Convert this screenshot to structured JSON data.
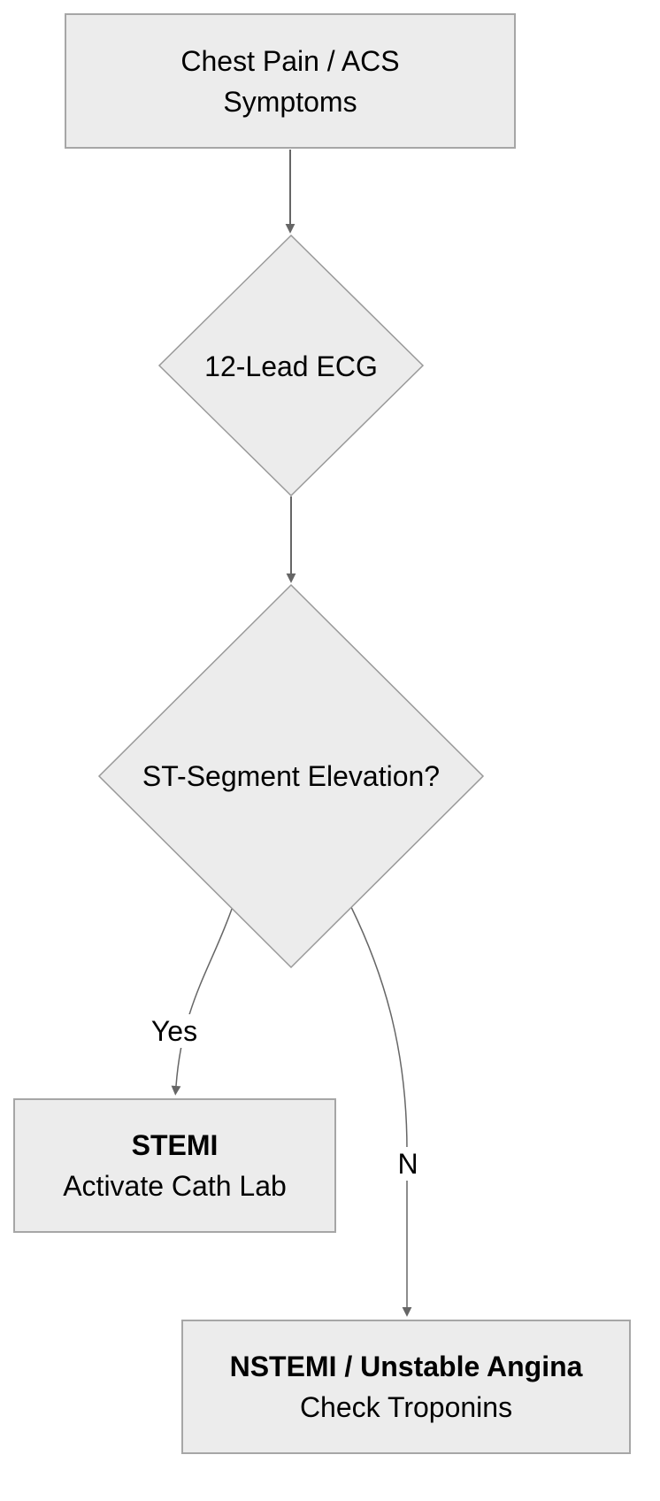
{
  "diagram": {
    "type": "flowchart",
    "nodes": {
      "start": {
        "shape": "rectangle",
        "line1": "Chest Pain / ACS",
        "line2": "Symptoms"
      },
      "ecg": {
        "shape": "diamond",
        "label": "12-Lead ECG"
      },
      "st_elevation": {
        "shape": "diamond",
        "label": "ST-Segment Elevation?"
      },
      "stemi": {
        "shape": "rectangle",
        "line1": "STEMI",
        "line2": "Activate Cath Lab"
      },
      "nstemi": {
        "shape": "rectangle",
        "line1": "NSTEMI / Unstable Angina",
        "line2": "Check Troponins"
      }
    },
    "edges": {
      "start_to_ecg": {
        "from": "start",
        "to": "ecg",
        "label": ""
      },
      "ecg_to_st": {
        "from": "ecg",
        "to": "st_elevation",
        "label": ""
      },
      "st_to_stemi": {
        "from": "st_elevation",
        "to": "stemi",
        "label": "Yes"
      },
      "st_to_nstemi": {
        "from": "st_elevation",
        "to": "nstemi",
        "label": "N"
      }
    },
    "colors": {
      "node_fill": "#ececec",
      "rect_border": "#a6a6a6",
      "diamond_border": "#999999",
      "connector": "#666666",
      "text": "#000000",
      "background": "#ffffff"
    }
  }
}
